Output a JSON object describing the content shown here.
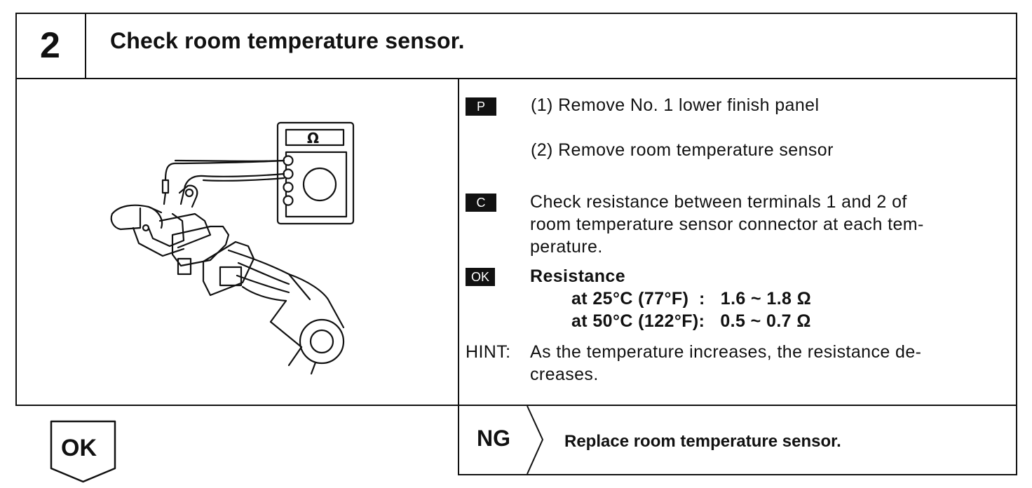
{
  "step": {
    "number": "2",
    "title": "Check room temperature sensor."
  },
  "illustration": {
    "meter_symbol": "Ω"
  },
  "procedure": {
    "tag_p": "P",
    "step1": "(1)  Remove No. 1 lower finish panel",
    "step2": "(2)  Remove room temperature sensor",
    "tag_c": "C",
    "check_line1": "Check resistance between terminals 1 and 2 of",
    "check_line2": "room temperature sensor connector at each tem-",
    "check_line3": "perature.",
    "tag_ok": "OK",
    "resistance_title": "Resistance",
    "resistance_row1": "at 25°C (77°F)  :   1.6 ~ 1.8 Ω",
    "resistance_row2": "at 50°C (122°F):   0.5 ~ 0.7 Ω",
    "hint_label": "HINT:",
    "hint_line1": "As the temperature increases, the resistance de-",
    "hint_line2": "creases."
  },
  "results": {
    "ok_label": "OK",
    "ng_label": "NG",
    "ng_action": "Replace room temperature sensor."
  }
}
